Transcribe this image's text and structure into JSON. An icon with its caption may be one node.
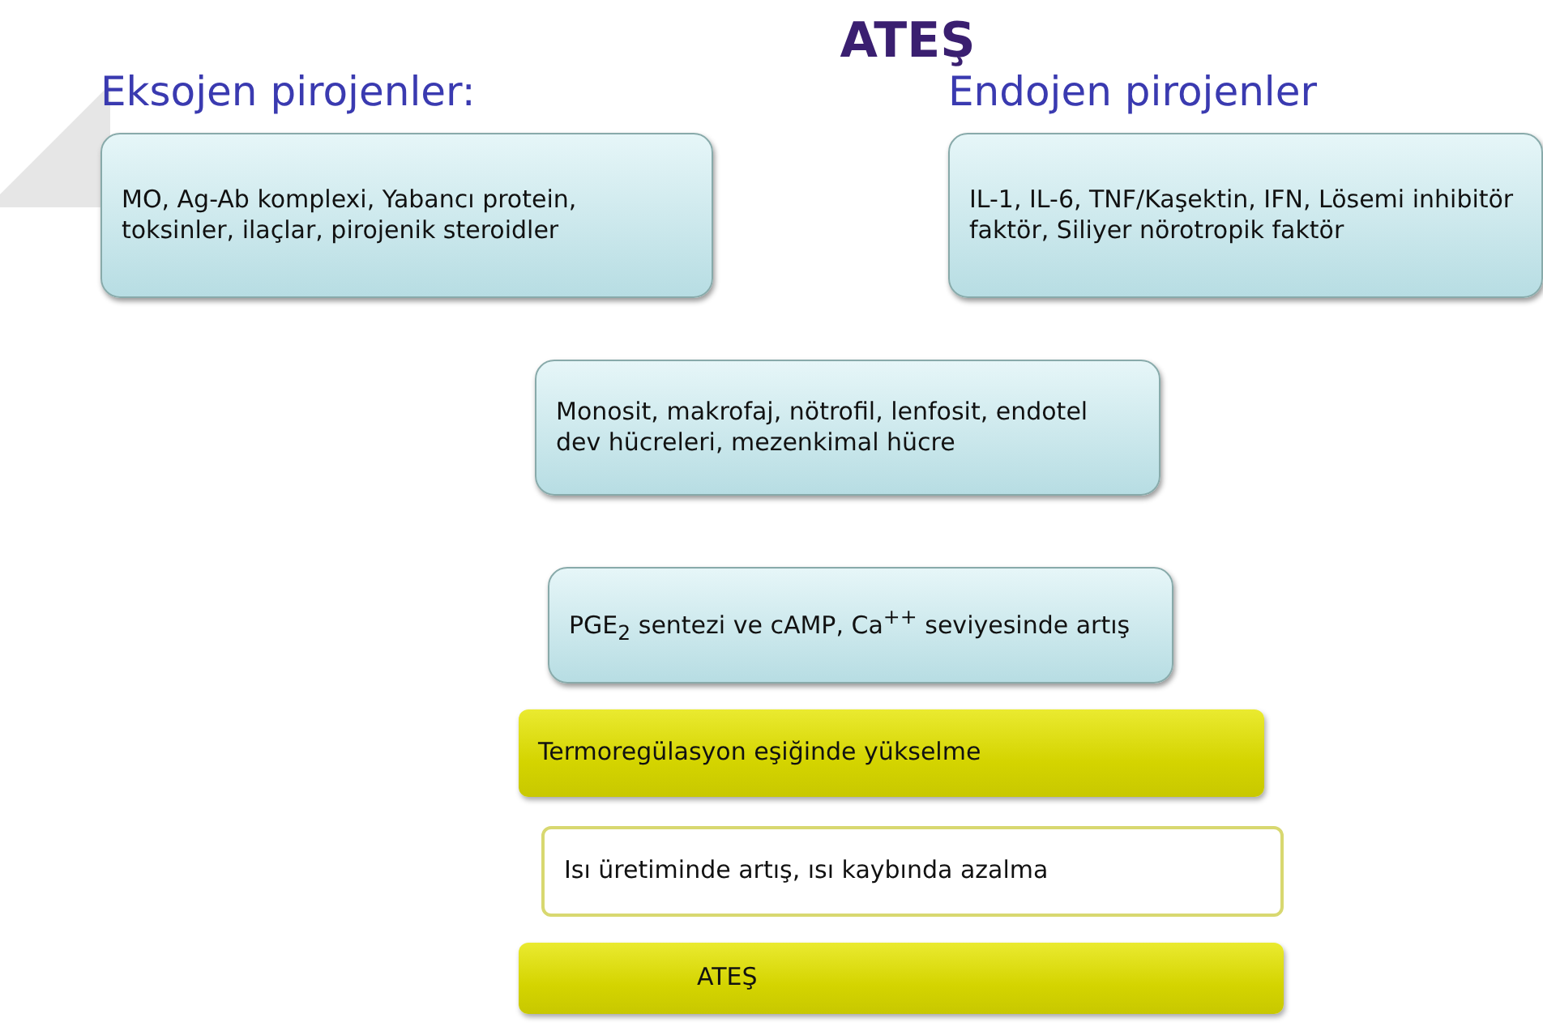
{
  "diagram": {
    "title": "ATEŞ",
    "nodes": [
      {
        "text": [
          "Eksojen pirojenler:",
          "MO, Ag-Ab komplexi, Yabancı protein, toksinler, ilaçlar, pirojenik steroidler"
        ]
      },
      {
        "text": [
          "Endojen pirojenler",
          "IL-1, IL-6, TNF/Kaşektin, IFN, Lösemi inhibitör faktör, Siliyer nörotropik faktör"
        ]
      },
      {
        "text": [
          "Monosit, makrofaj, nötrofil, lenfosit, endotel dev hücreleri, mezenkimal hücre"
        ]
      },
      {
        "text": [
          "PGE$_{2}$ sentezi ve cAMP, Ca$^{++}$ seviyesinde artış"
        ]
      },
      {
        "text": [
          "Termoregülasyon eşiğinde yükselme"
        ]
      },
      {
        "text": [
          "Isı üretiminde artış, ısı kaybında azalma"
        ]
      },
      {
        "text": [
          "ATEŞ"
        ]
      }
    ]
  }
}
